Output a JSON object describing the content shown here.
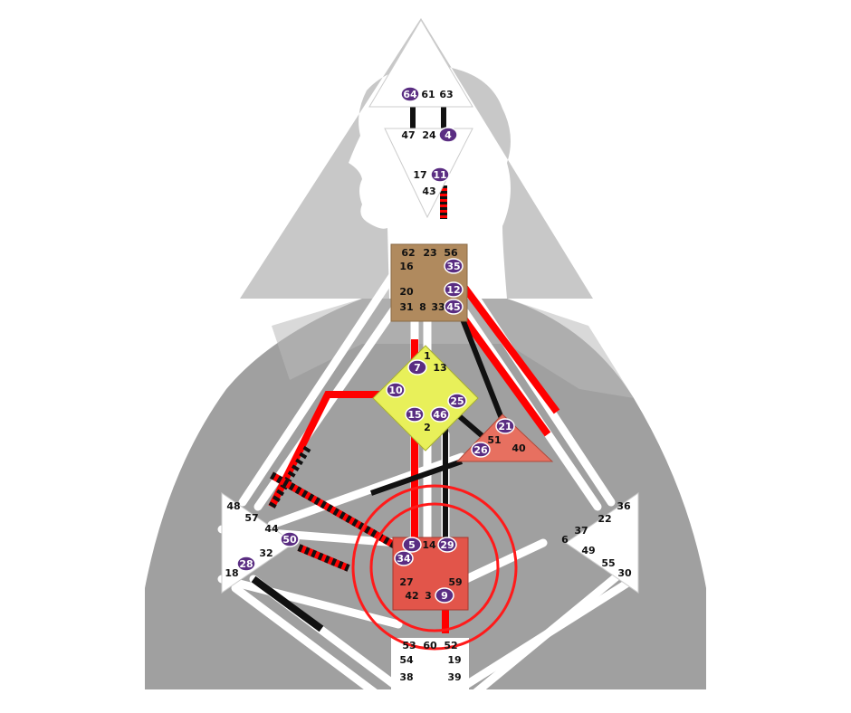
{
  "colors": {
    "background_silhouette": "#9a9a9a",
    "head_silhouette": "#c4c4c4",
    "channel_outline": "#ffffff",
    "activation_red": "#ff0000",
    "activation_black": "#111111",
    "gate_badge": "#5a2d82",
    "ajna_center": "#b08a5e",
    "g_center": "#e8f05a",
    "heart_center": "#e77060",
    "sacral_center": "#e2554a",
    "undefined_center": "#ffffff",
    "circle_highlight": "#ff1a1a"
  },
  "centers": {
    "head": {
      "gates": [
        "64",
        "61",
        "63"
      ],
      "active": [
        "64"
      ]
    },
    "ajna": {
      "gates": [
        "47",
        "24",
        "4",
        "17",
        "11",
        "43"
      ],
      "active": [
        "4",
        "11"
      ]
    },
    "throat": {
      "gates": [
        "62",
        "23",
        "56",
        "16",
        "35",
        "20",
        "12",
        "31",
        "8",
        "33",
        "45"
      ],
      "active": [
        "35",
        "12",
        "45"
      ]
    },
    "g": {
      "gates": [
        "1",
        "7",
        "13",
        "10",
        "25",
        "15",
        "46",
        "2"
      ],
      "active": [
        "7",
        "10",
        "25",
        "15",
        "46"
      ]
    },
    "heart": {
      "gates": [
        "21",
        "51",
        "26",
        "40"
      ],
      "active": [
        "21",
        "26"
      ]
    },
    "spleen": {
      "gates": [
        "48",
        "57",
        "44",
        "50",
        "32",
        "28",
        "18"
      ],
      "active": [
        "50",
        "28"
      ]
    },
    "solar_plexus": {
      "gates": [
        "36",
        "22",
        "37",
        "6",
        "49",
        "55",
        "30"
      ],
      "active": []
    },
    "sacral": {
      "gates": [
        "5",
        "14",
        "29",
        "34",
        "27",
        "59",
        "42",
        "3",
        "9"
      ],
      "active": [
        "5",
        "29",
        "34",
        "9"
      ]
    },
    "root": {
      "gates": [
        "53",
        "60",
        "52",
        "54",
        "19",
        "38",
        "39"
      ],
      "active": []
    }
  },
  "highlight": {
    "target": "sacral",
    "rings": 2
  }
}
